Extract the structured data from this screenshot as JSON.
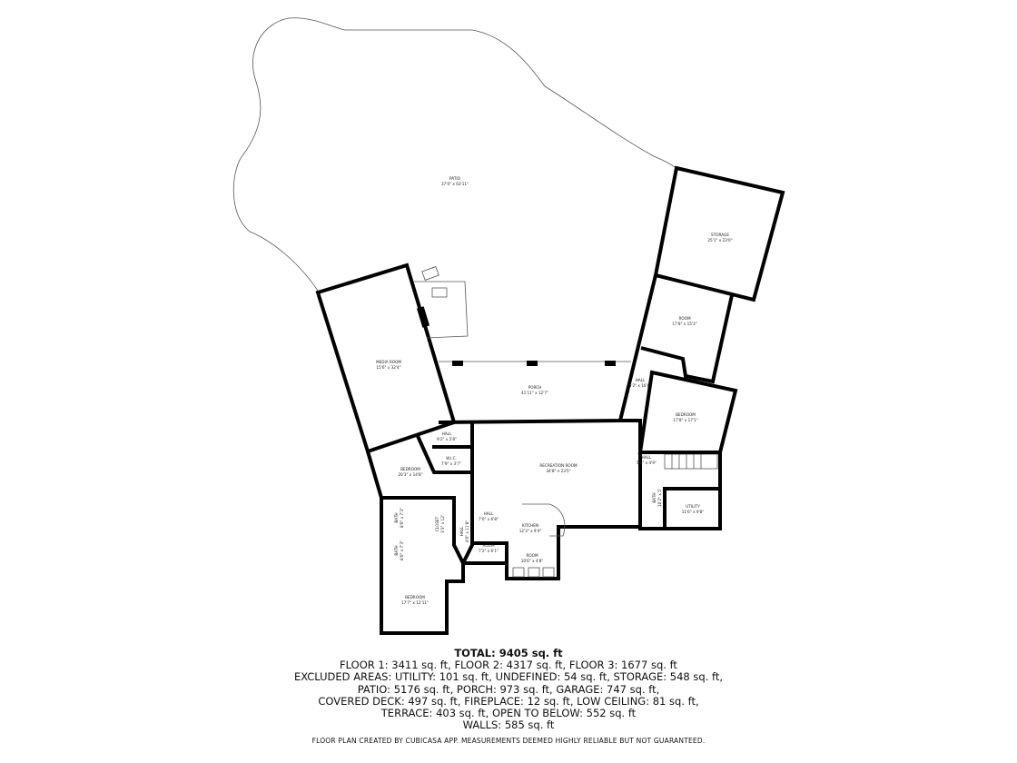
{
  "rooms": {
    "patio": {
      "name": "PATIO",
      "size": "37'0\" x 63'11\""
    },
    "storage": {
      "name": "STORAGE",
      "size": "25'1\" x 23'0\""
    },
    "room_upper": {
      "name": "ROOM",
      "size": "17'8\" x 15'3\""
    },
    "media_room": {
      "name": "MEDIA ROOM",
      "size": "15'6\" x 32'4\""
    },
    "porch": {
      "name": "PORCH",
      "size": "41'11\" x 12'7\""
    },
    "hall_right": {
      "name": "HALL",
      "size": "5'2\" x 16'0\""
    },
    "bedroom_right": {
      "name": "BEDROOM",
      "size": "17'8\" x 17'1\""
    },
    "hall_center": {
      "name": "HALL",
      "size": "9'2\" x 5'8\""
    },
    "wic": {
      "name": "W.I.C.",
      "size": "7'9\" x 3'7\""
    },
    "bedroom_left": {
      "name": "BEDROOM",
      "size": "20'3\" x 14'8\""
    },
    "recreation_room": {
      "name": "RECREATION ROOM",
      "size": "34'8\" x 23'5\""
    },
    "hall_stair": {
      "name": "HALL",
      "size": "5'8\" x 4'9\""
    },
    "utility": {
      "name": "UTILITY",
      "size": "11'6\" x 9'8\""
    },
    "bath_right": {
      "name": "BATH",
      "size": "10'2\" x 5'"
    },
    "hall_kitchen": {
      "name": "HALL",
      "size": "7'0\" x 6'8\""
    },
    "kitchen": {
      "name": "KITCHEN",
      "size": "12'3\" x 9'4\""
    },
    "room_small": {
      "name": "ROOM",
      "size": "7'2\" x 6'1\""
    },
    "room_bottom": {
      "name": "ROOM",
      "size": "10'6\" x 4'8\""
    },
    "hall_vertical": {
      "name": "HALL",
      "size": "4'0\" x 11'8\""
    },
    "closet": {
      "name": "CLOSET",
      "size": "3'3\" x 12'"
    },
    "bath_1": {
      "name": "BATH",
      "size": "8'0\" x 7'3\""
    },
    "bath_2": {
      "name": "BATH",
      "size": "8'0\" x 7'3\""
    },
    "bedroom_bottom": {
      "name": "BEDROOM",
      "size": "17'7\" x 12'11\""
    }
  },
  "summary": {
    "total": "TOTAL: 9405 sq. ft",
    "lines": [
      "FLOOR 1: 3411 sq. ft, FLOOR 2: 4317 sq. ft, FLOOR 3: 1677 sq. ft",
      "EXCLUDED AREAS: UTILITY: 101 sq. ft, UNDEFINED: 54 sq. ft, STORAGE: 548 sq. ft,",
      "PATIO: 5176 sq. ft, PORCH: 973 sq. ft, GARAGE: 747 sq. ft,",
      "COVERED DECK: 497 sq. ft, FIREPLACE: 12 sq. ft, LOW CEILING: 81 sq. ft,",
      "TERRACE: 403 sq. ft, OPEN TO BELOW: 552 sq. ft",
      "WALLS: 585 sq. ft"
    ]
  },
  "footer": "FLOOR PLAN CREATED BY CUBICASA APP. MEASUREMENTS DEEMED HIGHLY RELIABLE BUT NOT GUARANTEED."
}
